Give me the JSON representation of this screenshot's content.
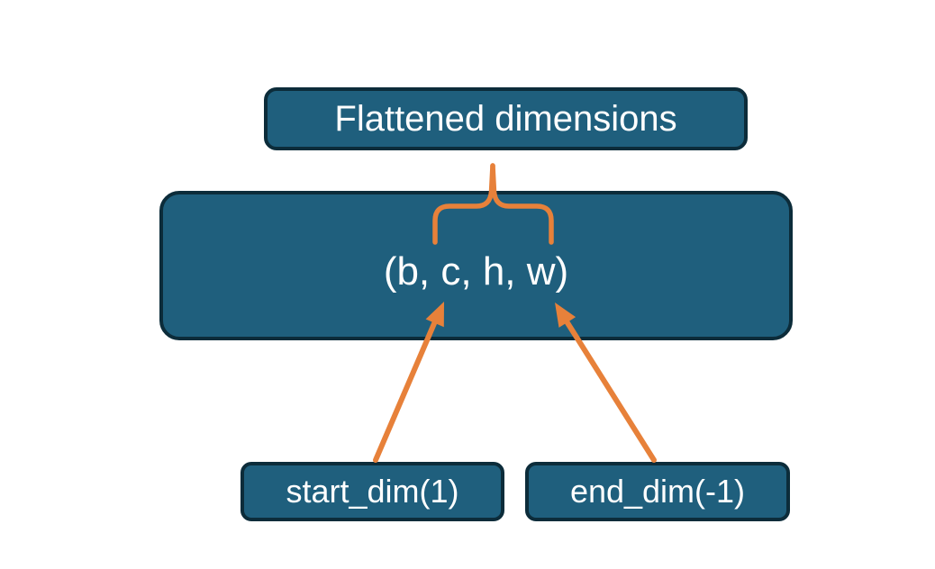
{
  "diagram": {
    "flattened_label": "Flattened dimensions",
    "tensor_label": "(b, c, h, w)",
    "start_dim_label": "start_dim(1)",
    "end_dim_label": "end_dim(-1)",
    "colors": {
      "background": "#FFFFFF",
      "box_fill": "#1F5F7D",
      "box_border": "#0C2C3A",
      "accent": "#E7813A",
      "text": "#FFFFFF"
    }
  }
}
